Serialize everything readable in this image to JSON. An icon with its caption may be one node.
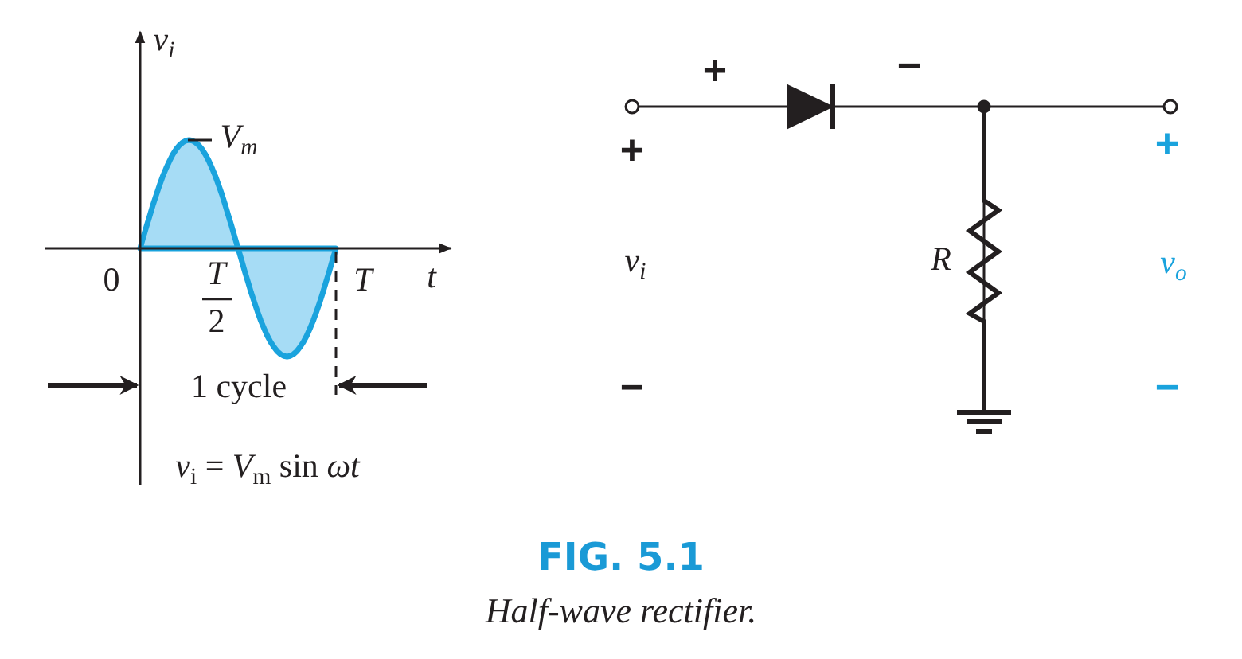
{
  "diagram": {
    "title": "FIG. 5.1",
    "caption": "Half-wave rectifier.",
    "labels": [
      "v$_{i}$",
      "V$_{m}$",
      "0",
      "T",
      "2",
      "T",
      "t",
      "1 cycle",
      "*v*$_{i}$ = *V*$_{m}$ sin *ωt*",
      "+",
      "−",
      "+",
      "+",
      "v$_{i}$",
      "R",
      "v$_{o}$",
      "−",
      "−"
    ]
  }
}
